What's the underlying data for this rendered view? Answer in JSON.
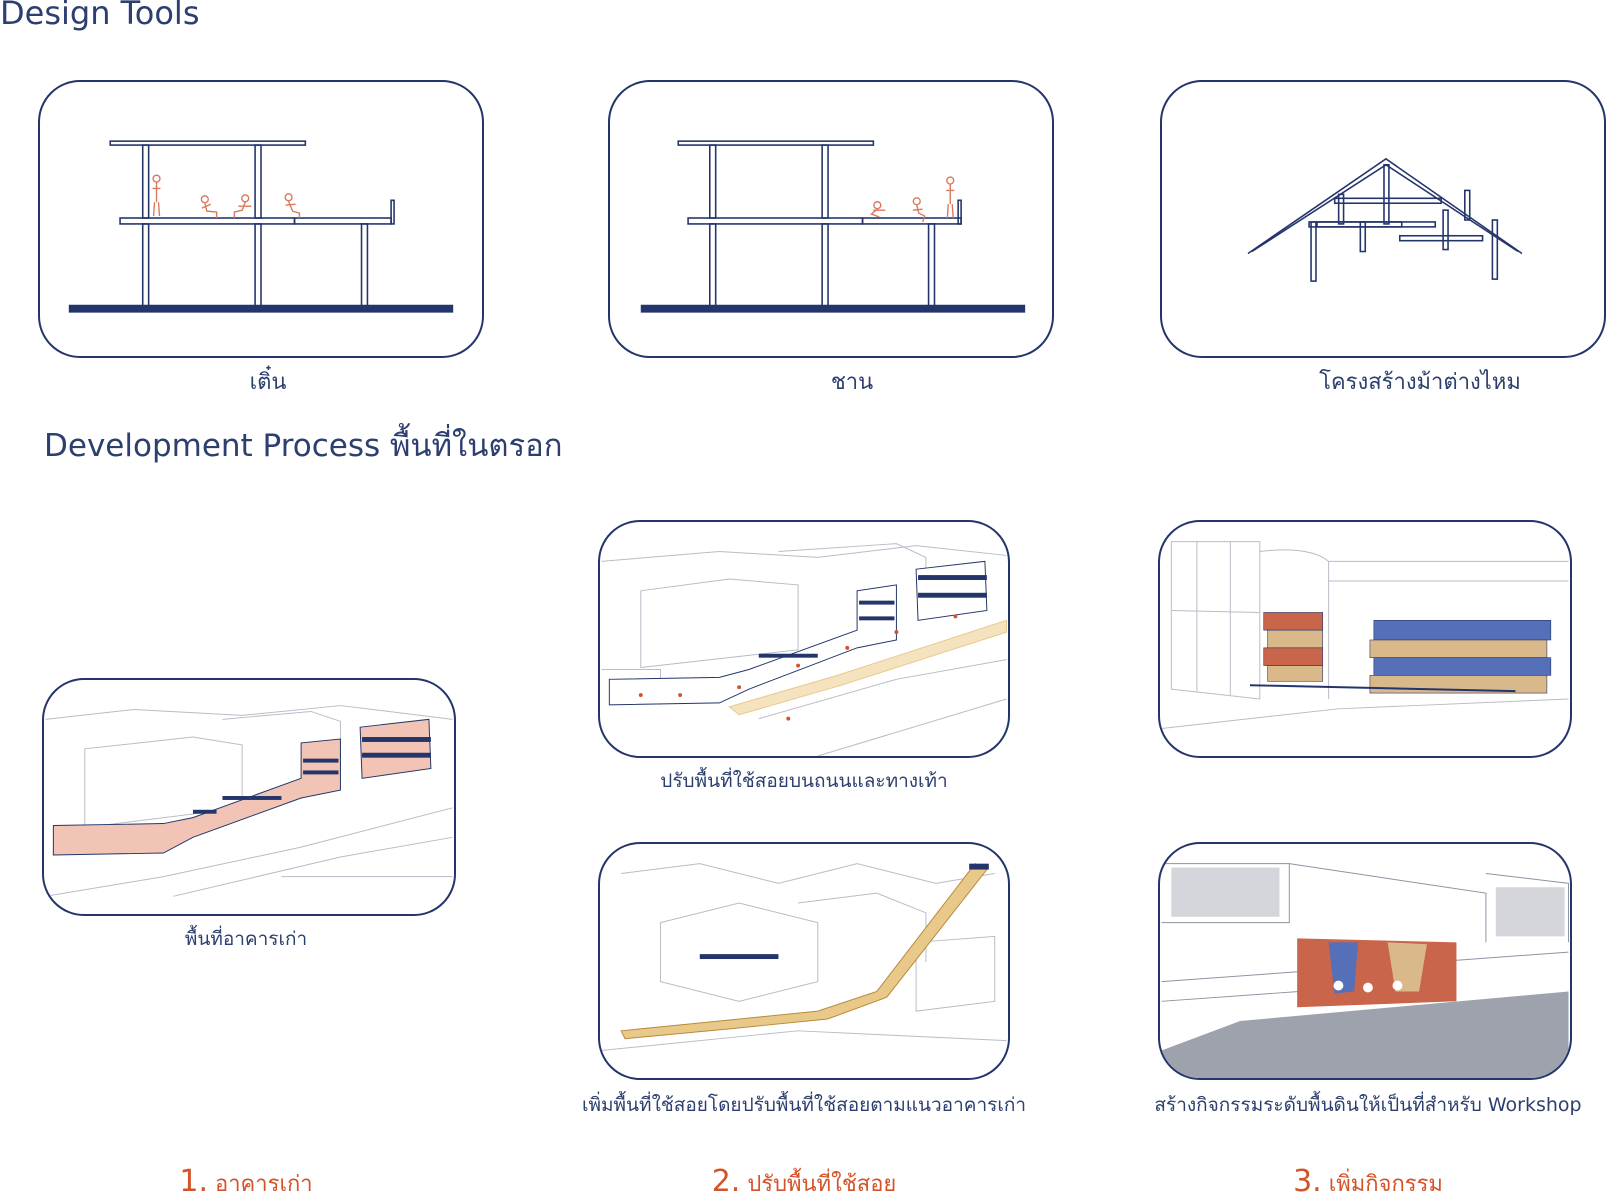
{
  "headings": {
    "design_tools": "Design Tools",
    "development_process": "Development Process พื้นที่ในตรอก"
  },
  "design_tools": [
    {
      "caption": "เติ๋น"
    },
    {
      "caption": "ชาน"
    },
    {
      "caption": "โครงสร้างม้าต่างไหม"
    }
  ],
  "process": [
    {
      "caption": "พื้นที่อาคารเก่า"
    },
    {
      "caption": "ปรับพื้นที่ใช้สอยบนถนนและทางเท้า"
    },
    {
      "caption": "เพิ่มพื้นที่ใช้สอยโดยปรับพื้นที่ใช้สอยตามแนวอาคารเก่า"
    },
    {
      "caption": "สร้างกิจกรรมระดับพื้นดินให้เป็นที่สำหรับ Workshop"
    }
  ],
  "steps": [
    {
      "number": "1.",
      "label": "อาคารเก่า"
    },
    {
      "number": "2.",
      "label": "ปรับพื้นที่ใช้สอย"
    },
    {
      "number": "3.",
      "label": "เพิ่มกิจกรรม"
    }
  ],
  "colors": {
    "frame": "#23356b",
    "text": "#2c3f6e",
    "accent": "#d4542a",
    "figure": "#d9785a",
    "pink": "#f2c4b6",
    "walkway": "#e8c98a",
    "blue_panel": "#5570b8",
    "red_panel": "#c8654a",
    "tan_panel": "#d9b98a"
  }
}
